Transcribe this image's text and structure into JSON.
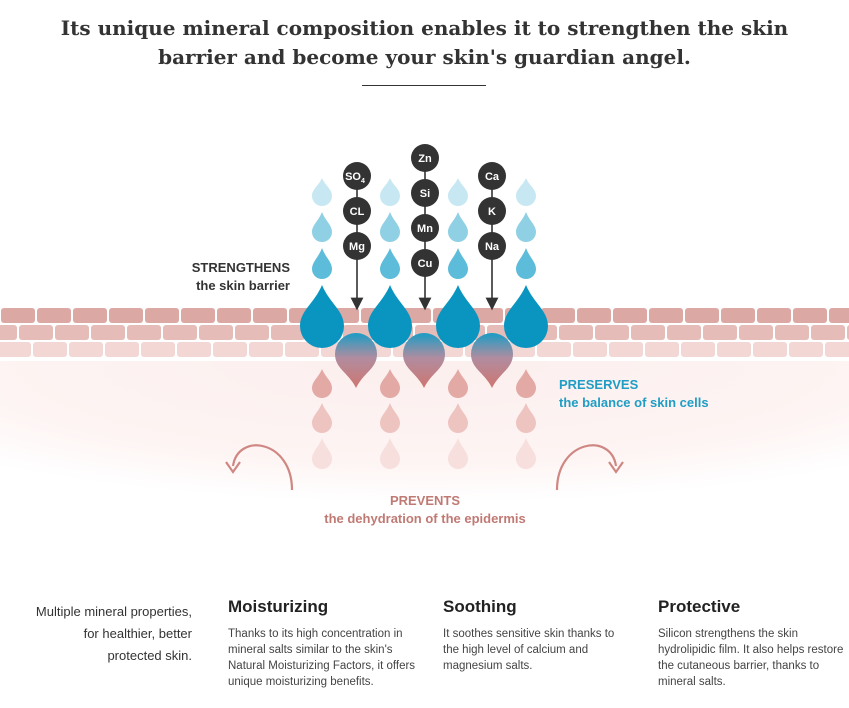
{
  "headline": {
    "line1": "Its unique mineral composition enables it to strengthen the skin",
    "line2": "barrier and become your skin's guardian angel."
  },
  "colors": {
    "blue": "#0a95c0",
    "pink": "#c97a76",
    "brick": "#dca8a4",
    "skin_bg": "#fcefee"
  },
  "minerals": {
    "col1": [
      "SO4",
      "CL",
      "Mg"
    ],
    "col2": [
      "Zn",
      "Si",
      "Mn",
      "Cu"
    ],
    "col3": [
      "Ca",
      "K",
      "Na"
    ]
  },
  "labels": {
    "strengthens_title": "STRENGTHENS",
    "strengthens_sub": "the skin barrier",
    "preserves_title": "PRESERVES",
    "preserves_sub": "the balance of skin cells",
    "prevents_title": "PREVENTS",
    "prevents_sub": "the dehydration of the epidermis"
  },
  "intro": {
    "line1": "Multiple mineral properties,",
    "line2": "for healthier, better",
    "line3": "protected skin."
  },
  "features": [
    {
      "title": "Moisturizing",
      "text": "Thanks to its high concentration in mineral salts similar to the skin's Natural Moisturizing Factors, it offers unique moisturizing benefits."
    },
    {
      "title": "Soothing",
      "text": "It soothes sensitive skin thanks to the high level of calcium and magnesium salts."
    },
    {
      "title": "Protective",
      "text": "Silicon strengthens the skin hydrolipidic film. It also helps restore the cutaneous barrier, thanks to mineral salts."
    }
  ]
}
